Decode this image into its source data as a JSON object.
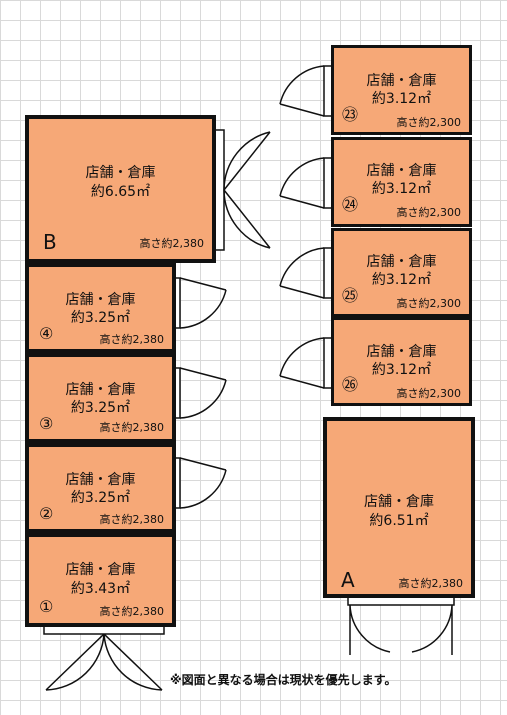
{
  "units": [
    {
      "id": "B",
      "label": "店舗・倉庫",
      "area": "約6.65㎡",
      "height": "高さ約2,380"
    },
    {
      "id": "④",
      "label": "店舗・倉庫",
      "area": "約3.25㎡",
      "height": "高さ約2,380"
    },
    {
      "id": "③",
      "label": "店舗・倉庫",
      "area": "約3.25㎡",
      "height": "高さ約2,380"
    },
    {
      "id": "②",
      "label": "店舗・倉庫",
      "area": "約3.25㎡",
      "height": "高さ約2,380"
    },
    {
      "id": "①",
      "label": "店舗・倉庫",
      "area": "約3.43㎡",
      "height": "高さ約2,380"
    },
    {
      "id": "㉓",
      "label": "店舗・倉庫",
      "area": "約3.12㎡",
      "height": "高さ約2,300"
    },
    {
      "id": "㉔",
      "label": "店舗・倉庫",
      "area": "約3.12㎡",
      "height": "高さ約2,300"
    },
    {
      "id": "㉕",
      "label": "店舗・倉庫",
      "area": "約3.12㎡",
      "height": "高さ約2,300"
    },
    {
      "id": "㉖",
      "label": "店舗・倉庫",
      "area": "約3.12㎡",
      "height": "高さ約2,300"
    },
    {
      "id": "A",
      "label": "店舗・倉庫",
      "area": "約6.51㎡",
      "height": "高さ約2,380"
    }
  ],
  "note": "※図面と異なる場合は現状を優先します。"
}
